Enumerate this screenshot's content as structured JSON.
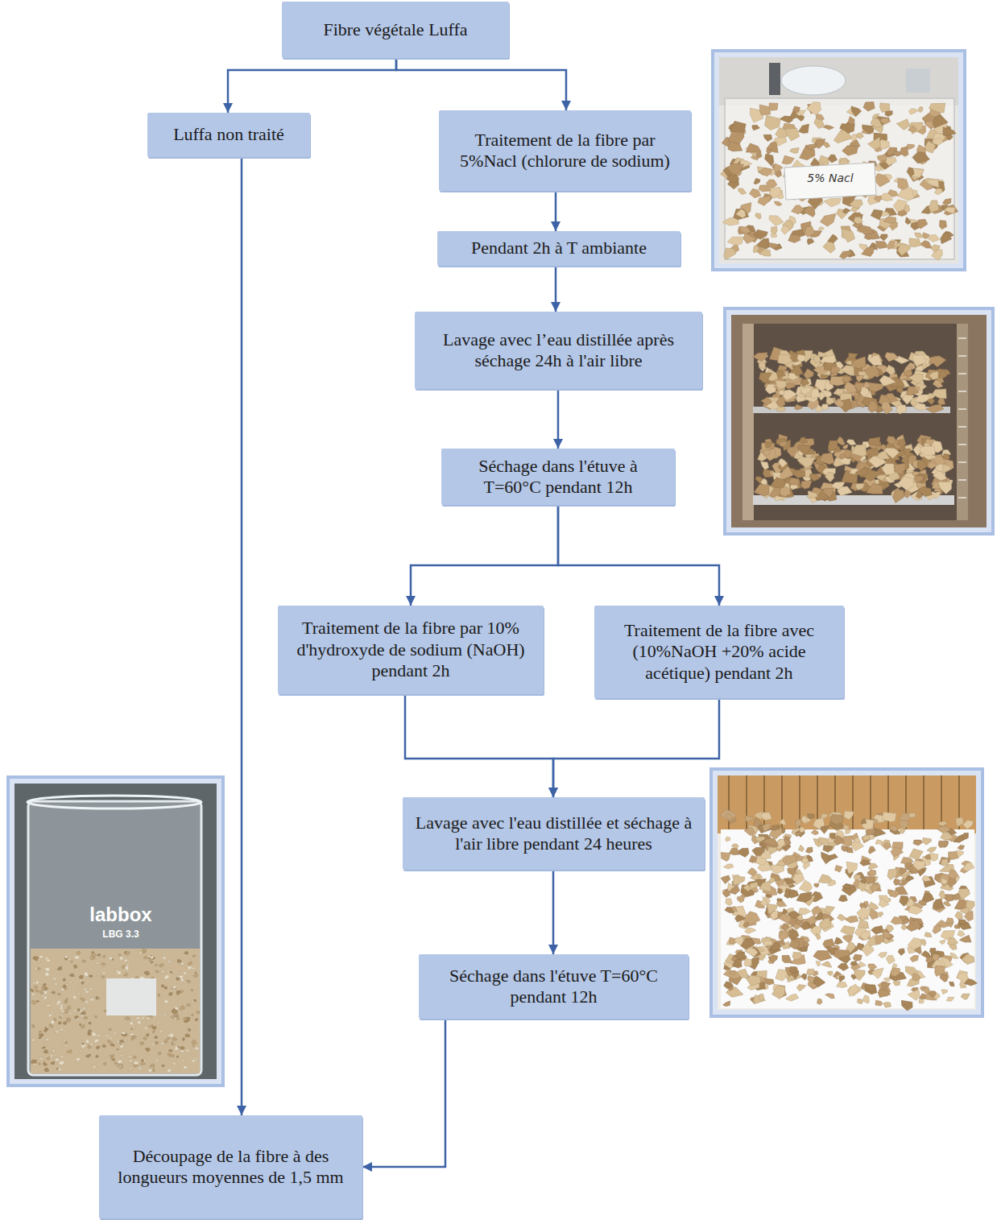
{
  "diagram": {
    "nodes": [
      {
        "text": [
          "Fibre végétale Luffa"
        ]
      },
      {
        "text": [
          "Luffa non traité"
        ]
      },
      {
        "text": [
          "Traitement de la fibre par 5%Nacl (chlorure de sodium)"
        ]
      },
      {
        "text": [
          "Pendant 2h à T ambiante"
        ]
      },
      {
        "text": [
          "Lavage avec l’eau distillée après séchage 24h à l'air libre"
        ]
      },
      {
        "text": [
          "Séchage dans l'étuve à T=60°C pendant 12h"
        ]
      },
      {
        "text": [
          "Traitement de la fibre par 10% d'hydroxyde de sodium (NaOH) pendant 2h"
        ]
      },
      {
        "text": [
          "Traitement de la fibre avec (10%NaOH +20% acide acétique) pendant 2h"
        ]
      },
      {
        "text": [
          "Lavage avec l'eau distillée et séchage à l'air libre pendant 24 heures"
        ]
      },
      {
        "text": [
          "Séchage dans l'étuve T=60°C pendant 12h"
        ]
      },
      {
        "text": [
          "Découpage de la fibre à des longueurs moyennes de 1,5 mm"
        ]
      }
    ],
    "edges": [
      {
        "from": 0,
        "to": 1,
        "arrow": "to"
      },
      {
        "from": 0,
        "to": 2,
        "arrow": "to"
      },
      {
        "from": 1,
        "to": 10,
        "arrow": "to"
      },
      {
        "from": 2,
        "to": 3,
        "arrow": "to"
      },
      {
        "from": 3,
        "to": 4,
        "arrow": "to"
      },
      {
        "from": 4,
        "to": 5,
        "arrow": "to"
      },
      {
        "from": 5,
        "to": 6,
        "arrow": "to"
      },
      {
        "from": 5,
        "to": 7,
        "arrow": "to"
      },
      {
        "from": 6,
        "to": 8,
        "arrow": "to"
      },
      {
        "from": 7,
        "to": 8,
        "arrow": "to"
      },
      {
        "from": 8,
        "to": 9,
        "arrow": "to"
      },
      {
        "from": 9,
        "to": 10,
        "arrow": "to"
      }
    ],
    "labels": [
      "5% Nacl",
      "labbox",
      "LBG 3.3"
    ]
  }
}
